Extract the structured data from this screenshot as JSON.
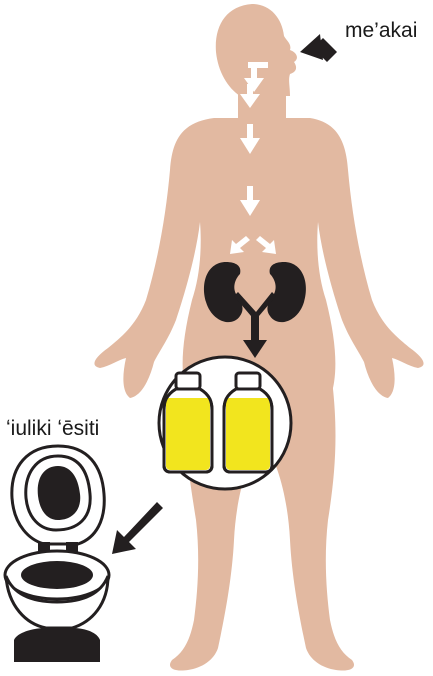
{
  "labels": {
    "food": "me’akai",
    "toilet": "ʻiuliki ʻēsiti"
  },
  "colors": {
    "body": "#e2b9a1",
    "dark": "#231f20",
    "urine": "#f2e51e",
    "white": "#ffffff"
  },
  "icons": {
    "body": "human-body-silhouette",
    "kidneys": "kidneys-icon",
    "bottles": "specimen-bottles-icon",
    "toilet": "toilet-icon"
  }
}
